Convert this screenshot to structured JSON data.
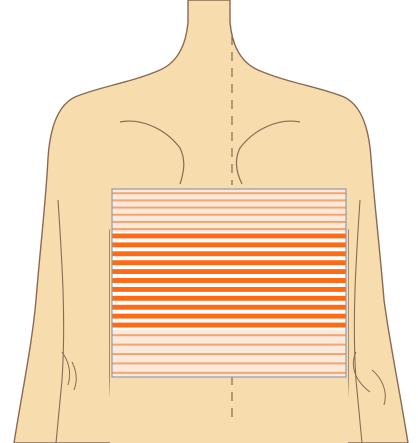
{
  "colors": {
    "background": "#ffffff",
    "skin": "#f7dcae",
    "outline": "#8a6a52",
    "band_frame": "#8e9cb0",
    "band_light": "#fbe9dc",
    "light_stripe": "#f5a46c",
    "dark_stripe": "#ff6a14"
  },
  "band": {
    "light_top_stripes": 6,
    "dark_stripes": 11,
    "light_bottom_stripes": 5
  }
}
